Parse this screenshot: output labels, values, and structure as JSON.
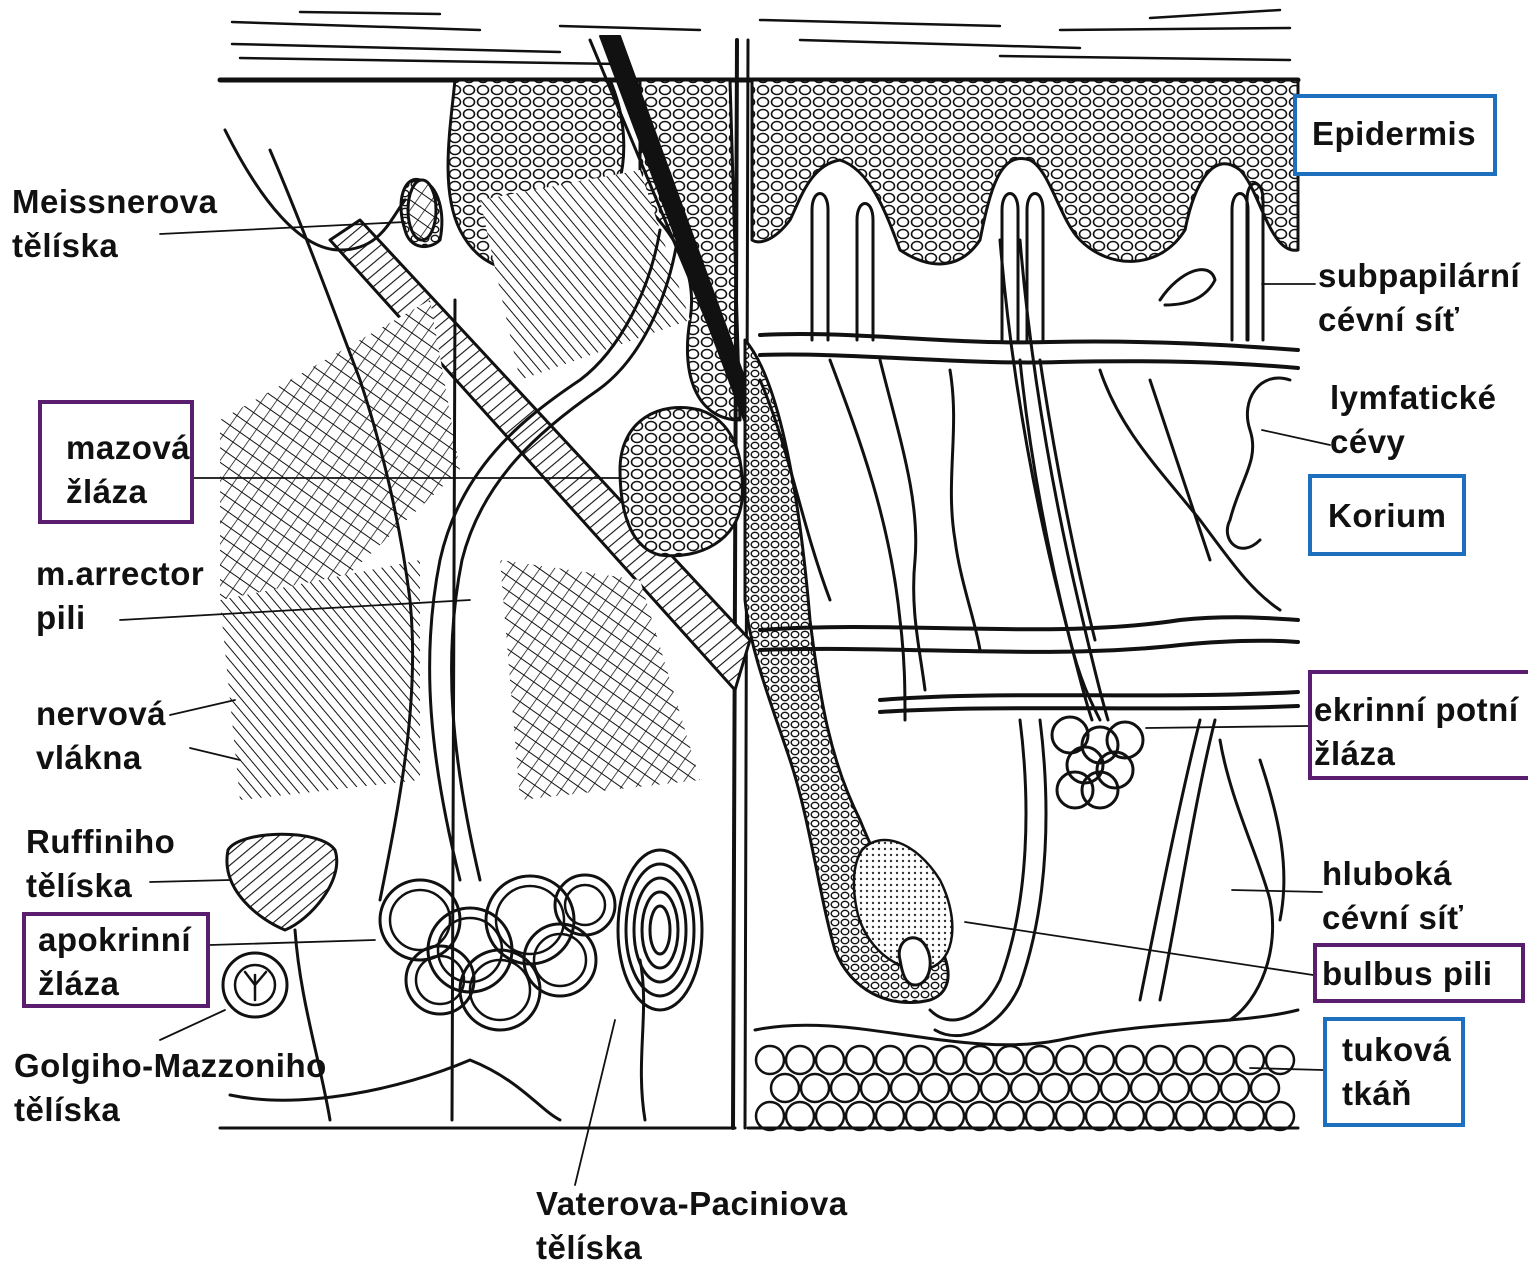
{
  "colors": {
    "line": "#111111",
    "box_blue": "#1f6fbf",
    "box_purple": "#5b1d6e",
    "background": "#ffffff"
  },
  "labels": {
    "meissner": [
      "Meissnerova",
      "tělíska"
    ],
    "mazova": [
      "mazová",
      "žláza"
    ],
    "arrector": [
      "m.arrector",
      "pili"
    ],
    "nervova": [
      "nervová",
      "vlákna"
    ],
    "ruffini": [
      "Ruffiniho",
      "tělíska"
    ],
    "apokrinni": [
      "apokrinní",
      "žláza"
    ],
    "golgi": [
      "Golgiho-Mazzoniho",
      "tělíska"
    ],
    "vater": [
      "Vaterova-Paciniova",
      "tělíska"
    ],
    "epidermis": "Epidermis",
    "subpapilarni": [
      "subpapilární",
      "cévní síť"
    ],
    "lymfaticke": [
      "lymfatické",
      "cévy"
    ],
    "korium": "Korium",
    "ekrinni": [
      "ekrinní potní",
      "žláza"
    ],
    "hluboka": [
      "hluboká",
      "cévní síť"
    ],
    "bulbus": "bulbus pili",
    "tukova": [
      "tuková",
      "tkáň"
    ]
  }
}
